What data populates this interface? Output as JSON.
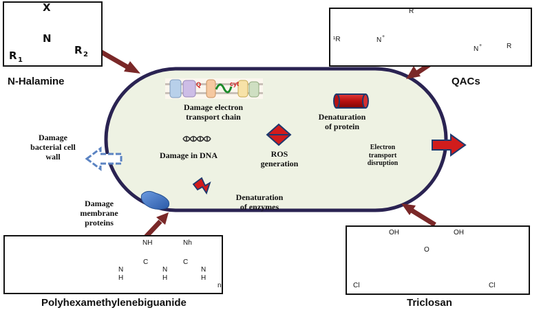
{
  "compounds": {
    "n_halamine": {
      "name": "N-Halamine",
      "atoms": {
        "x": "X",
        "n": "N",
        "r1": "R",
        "r1_sub": "1",
        "r2": "R",
        "r2_sub": "2"
      }
    },
    "qacs": {
      "name": "QACs",
      "atoms": {
        "r_top": "R",
        "r1": "¹R",
        "n_left": "N",
        "n_left_charge": "+",
        "n_right": "N",
        "n_right_charge": "+",
        "r_right": "R"
      }
    },
    "phmb": {
      "name": "Polyhexamethylenebiguanide",
      "atoms": {
        "nh1": "NH",
        "nh2": "Nh",
        "n1": "N",
        "n2": "N",
        "n3": "N",
        "h1": "H",
        "h2": "H",
        "h3": "H",
        "c1": "C",
        "c2": "C",
        "subscript": "n"
      }
    },
    "triclosan": {
      "name": "Triclosan",
      "atoms": {
        "oh1": "OH",
        "oh2": "OH",
        "o": "O",
        "cl1": "Cl",
        "cl2": "Cl"
      }
    }
  },
  "cell": {
    "etc_label": "Damage electron transport chain",
    "etc_line1": "Damage electron",
    "etc_line2": "transport chain",
    "etc_q": "Q",
    "etc_cyt": "cyt",
    "protein_line1": "Denaturation",
    "protein_line2": "of protein",
    "ros_line1": "ROS",
    "ros_line2": "generation",
    "dna_label": "Damage in DNA",
    "electron_line1": "Electron",
    "electron_line2": "transport",
    "electron_line3": "disruption",
    "enzymes_line1": "Denaturation",
    "enzymes_line2": "of enzymes"
  },
  "outside": {
    "wall_line1": "Damage",
    "wall_line2": "bacterial cell",
    "wall_line3": "wall",
    "membrane_line1": "Damage",
    "membrane_line2": "membrane",
    "membrane_line3": "proteins"
  },
  "colors": {
    "cell_fill": "#eef2e3",
    "cell_border": "#2a2352",
    "arrow_brown": "#8a2c2c",
    "red": "#cc1a1a",
    "navy": "#1e3a6e",
    "blue_protein": "#3e6fc0"
  }
}
